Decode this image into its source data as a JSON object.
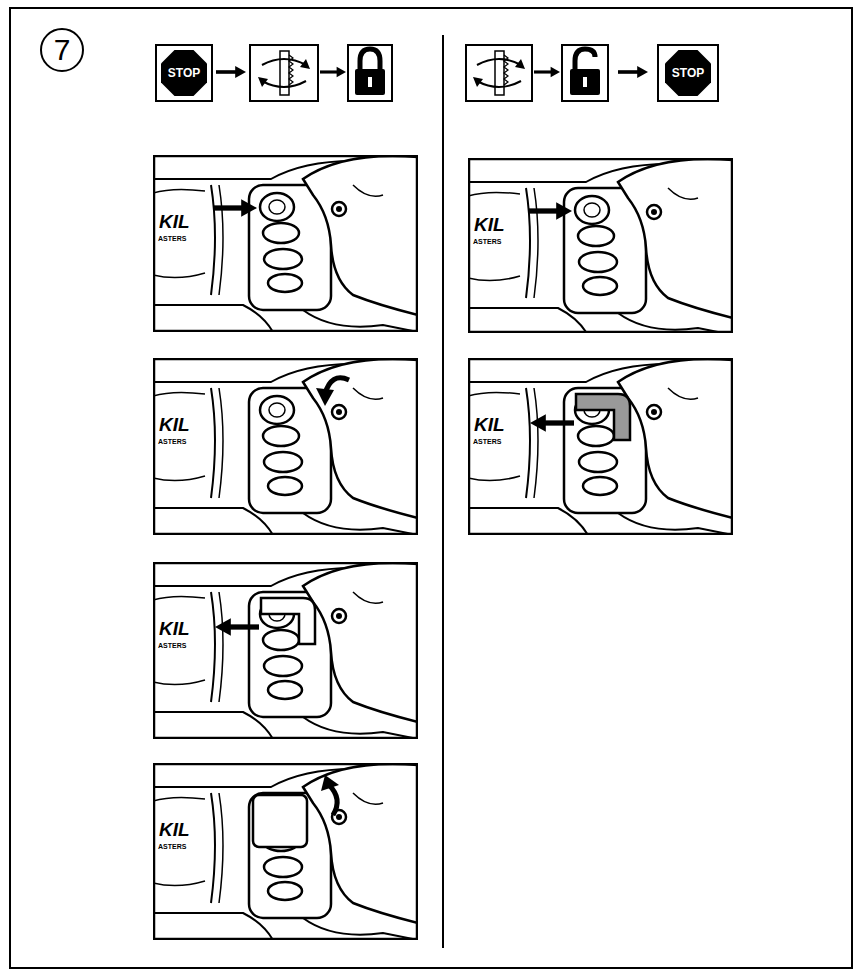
{
  "diagram": {
    "nodes": [
      {
        "text": [
          "7"
        ]
      },
      {
        "text": [
          "STOP"
        ]
      },
      {
        "text": [
          "STOP"
        ]
      }
    ],
    "labels": [
      "KIL",
      "ASTERS",
      "KIL",
      "ASTERS",
      "KIL",
      "ASTERS",
      "KIL",
      "ASTERS",
      "KIL",
      "ASTERS",
      "KIL",
      "ASTERS"
    ]
  }
}
